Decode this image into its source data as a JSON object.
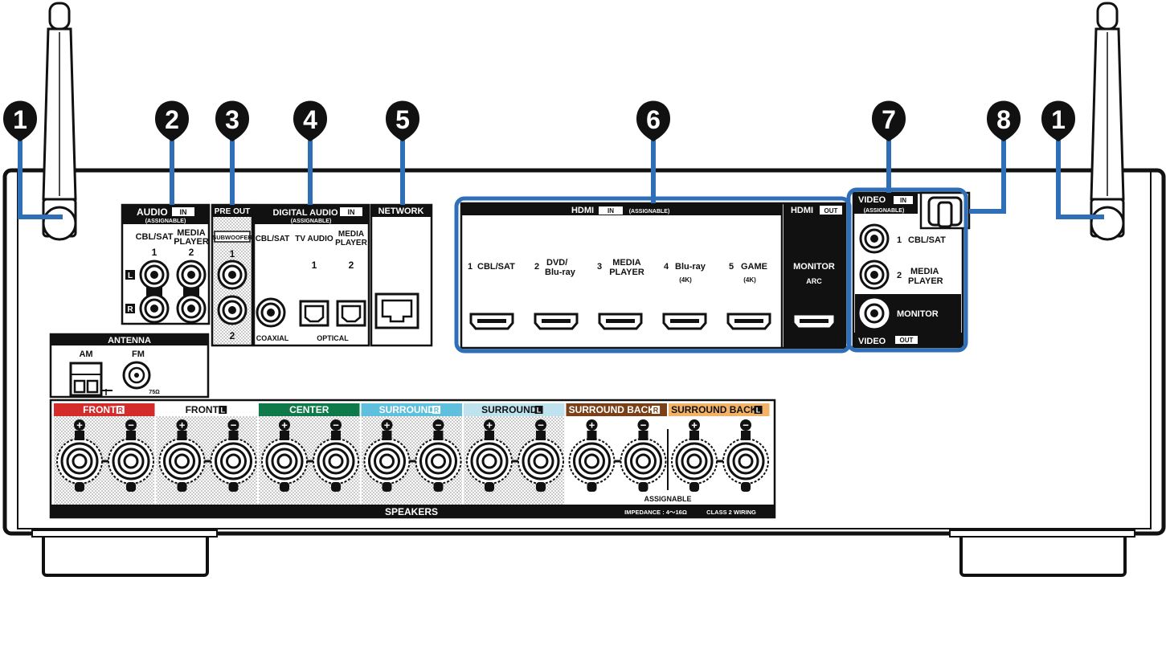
{
  "callouts": {
    "c1_left": "1",
    "c2": "2",
    "c3": "3",
    "c4": "4",
    "c5": "5",
    "c6": "6",
    "c7": "7",
    "c8": "8",
    "c1_right": "1"
  },
  "audio_in": {
    "title": "AUDIO",
    "tag": "IN",
    "sub": "(ASSIGNABLE)",
    "col1": "CBL/SAT",
    "col2a": "MEDIA",
    "col2b": "PLAYER",
    "num1": "1",
    "num2": "2",
    "left": "L",
    "right": "R"
  },
  "pre_out": {
    "title": "PRE OUT",
    "sub": "SUBWOOFER",
    "num1": "1",
    "num2": "2"
  },
  "digital_audio": {
    "title": "DIGITAL AUDIO",
    "tag": "IN",
    "sub": "(ASSIGNABLE)",
    "col1": "CBL/SAT",
    "col2": "TV AUDIO",
    "col3a": "MEDIA",
    "col3b": "PLAYER",
    "num1": "1",
    "num2": "2",
    "coaxial": "COAXIAL",
    "optical": "OPTICAL"
  },
  "network": {
    "title": "NETWORK"
  },
  "hdmi_in": {
    "title": "HDMI",
    "tag": "IN",
    "sub": "(ASSIGNABLE)",
    "inputs": [
      {
        "num": "1",
        "l1": "CBL/SAT",
        "l2": "",
        "l3": ""
      },
      {
        "num": "2",
        "l1": "DVD/",
        "l2": "Blu-ray",
        "l3": ""
      },
      {
        "num": "3",
        "l1": "MEDIA",
        "l2": "PLAYER",
        "l3": ""
      },
      {
        "num": "4",
        "l1": "Blu-ray",
        "l2": "",
        "l3": "(4K)"
      },
      {
        "num": "5",
        "l1": "GAME",
        "l2": "",
        "l3": "(4K)"
      }
    ]
  },
  "hdmi_out": {
    "title": "HDMI",
    "tag": "OUT",
    "label": "MONITOR",
    "sub": "ARC"
  },
  "video": {
    "in_title": "VIDEO",
    "in_tag": "IN",
    "in_sub": "(ASSIGNABLE)",
    "in1_num": "1",
    "in1_label": "CBL/SAT",
    "in2_num": "2",
    "in2_l1": "MEDIA",
    "in2_l2": "PLAYER",
    "monitor": "MONITOR",
    "out_title": "VIDEO",
    "out_tag": "OUT"
  },
  "antenna": {
    "title": "ANTENNA",
    "am": "AM",
    "fm": "FM",
    "fm_ohm": "75Ω"
  },
  "speakers": {
    "groups": [
      {
        "name": "FRONT",
        "tag": "R",
        "color": "#d42b2b"
      },
      {
        "name": "FRONT",
        "tag": "L",
        "color": "#ffffff"
      },
      {
        "name": "CENTER",
        "tag": "",
        "color": "#0e7a4a"
      },
      {
        "name": "SURROUND",
        "tag": "R",
        "color": "#5ec0dc"
      },
      {
        "name": "SURROUND",
        "tag": "L",
        "color": "#bfe3ee"
      },
      {
        "name": "SURROUND BACK",
        "tag": "R",
        "color": "#7a4017"
      },
      {
        "name": "SURROUND BACK",
        "tag": "L",
        "color": "#f2b368"
      }
    ],
    "plus": "+",
    "minus": "−",
    "assignable": "ASSIGNABLE",
    "footer": "SPEAKERS",
    "impedance": "IMPEDANCE : 4～16Ω",
    "wiring": "CLASS 2 WIRING"
  },
  "colors": {
    "callout_line": "#2f6fb8",
    "ink": "#111111"
  }
}
